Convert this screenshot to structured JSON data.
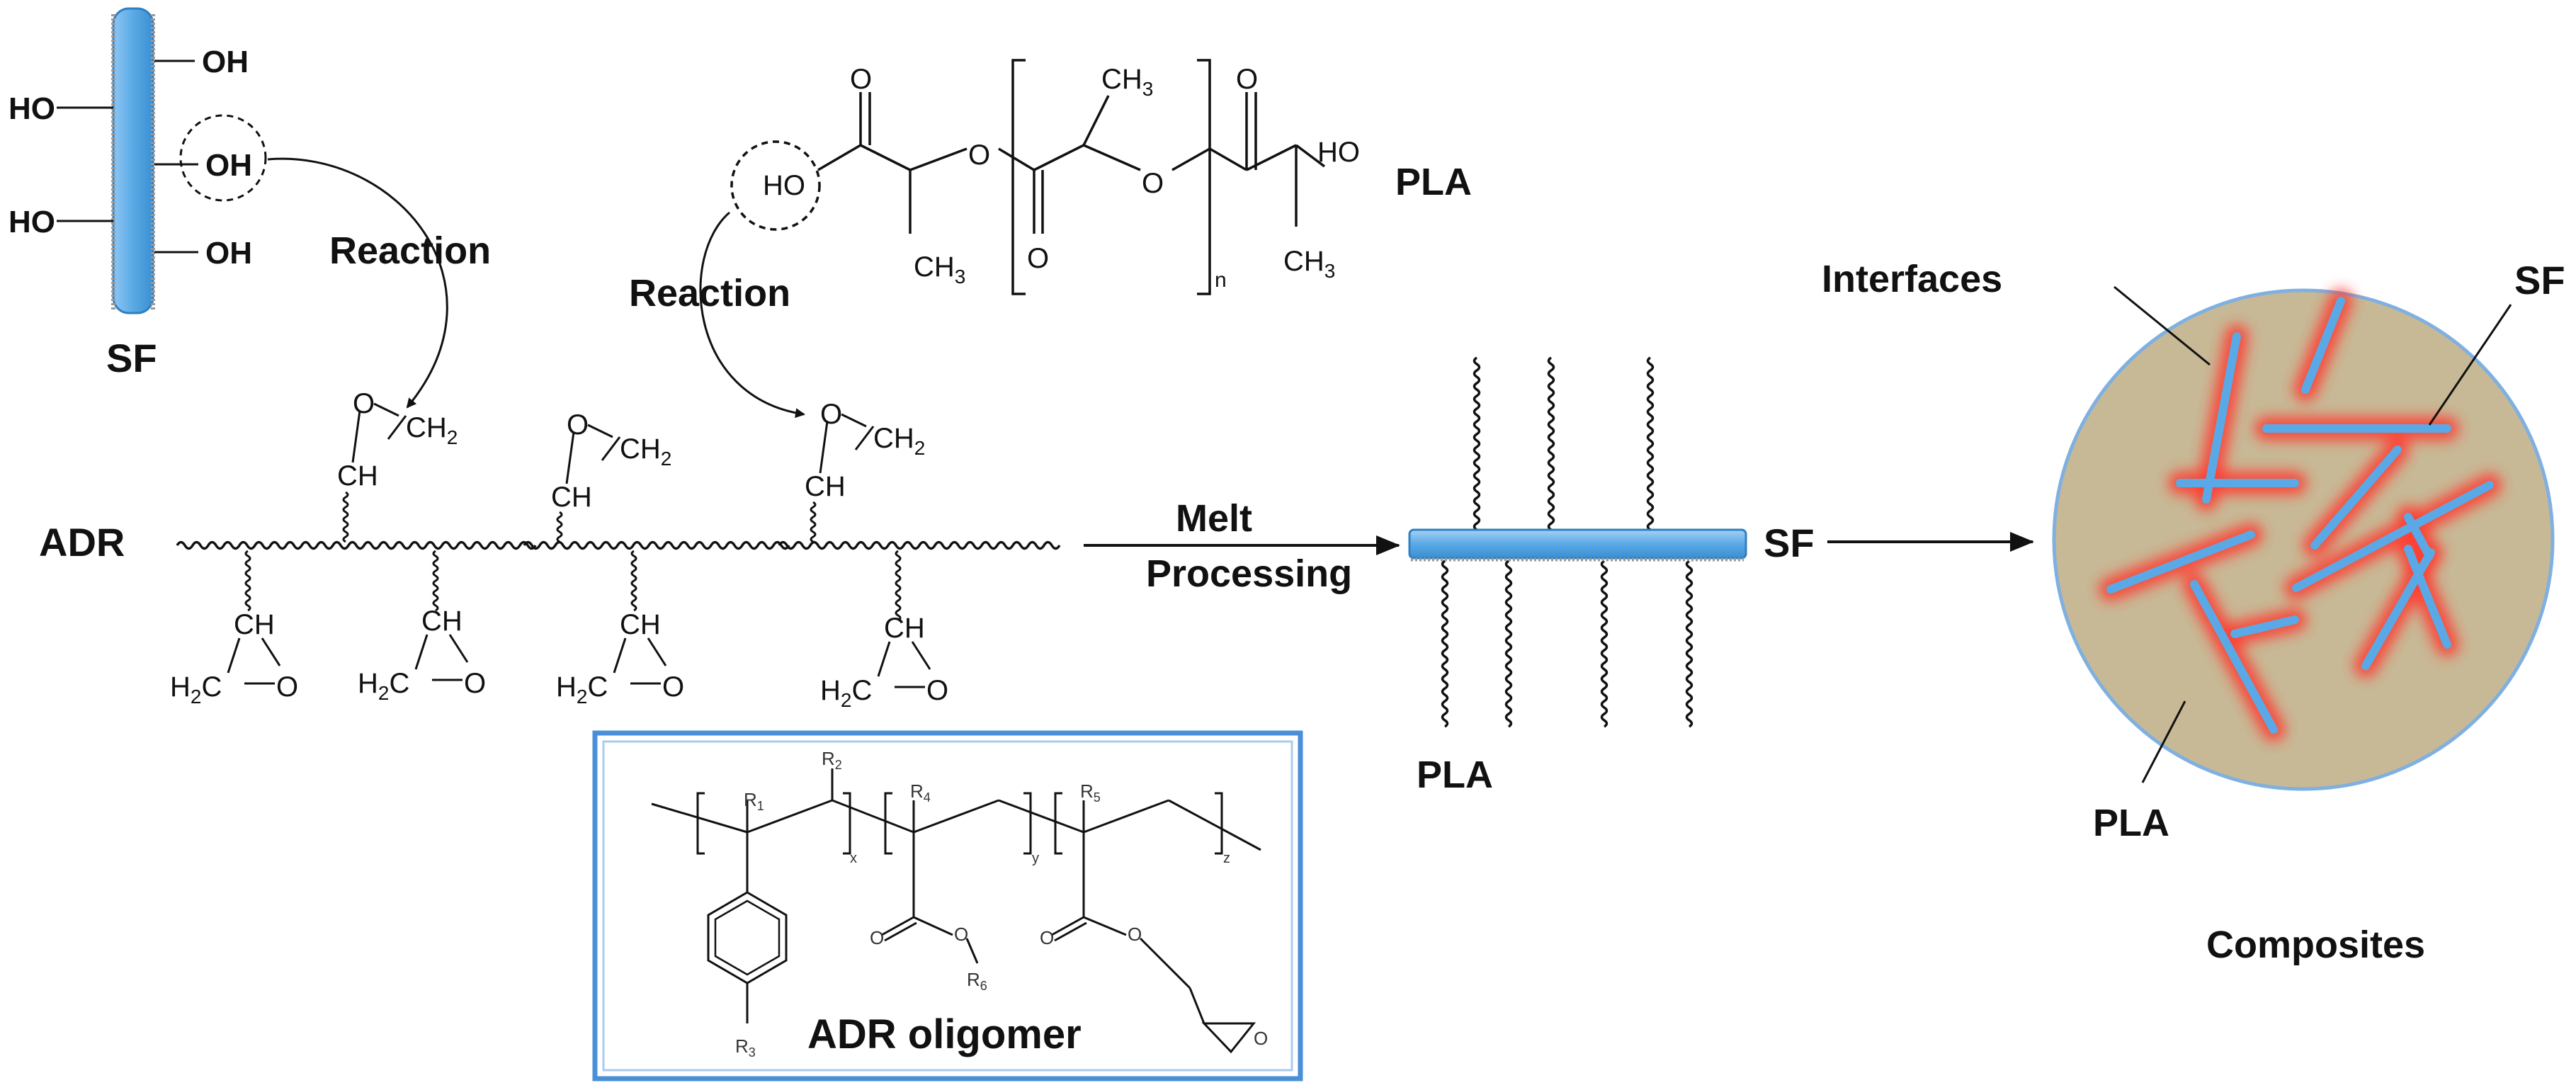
{
  "labels": {
    "sf_top": "SF",
    "reaction_left": "Reaction",
    "reaction_right": "Reaction",
    "pla_top": "PLA",
    "adr": "ADR",
    "melt": "Melt",
    "processing": "Processing",
    "sf_mid": "SF",
    "pla_mid": "PLA",
    "interfaces": "Interfaces",
    "sf_right": "SF",
    "pla_right": "PLA",
    "composites": "Composites",
    "adr_oligomer": "ADR oligomer"
  },
  "chem": {
    "oh": "OH",
    "ho": "HO",
    "o": "O",
    "ch3": "CH",
    "ch3_sub": "3",
    "ch": "CH",
    "ch2": "CH",
    "ch2_sub": "2",
    "h2c": "H",
    "h2c_sub": "2",
    "h2c_c": "C",
    "n": "n",
    "r1": "R",
    "r1_sub": "1",
    "r2": "R",
    "r2_sub": "2",
    "r3": "R",
    "r3_sub": "3",
    "r4": "R",
    "r4_sub": "4",
    "r5": "R",
    "r5_sub": "5",
    "r6": "R",
    "r6_sub": "6",
    "x": "x",
    "y": "y",
    "z": "z"
  },
  "colors": {
    "fiber": "#5aa9e6",
    "fiber_dark": "#2f7fc1",
    "matrix": "#c8b996",
    "interface_glow": "#ff3b2f",
    "box_border": "#4a90d9"
  }
}
